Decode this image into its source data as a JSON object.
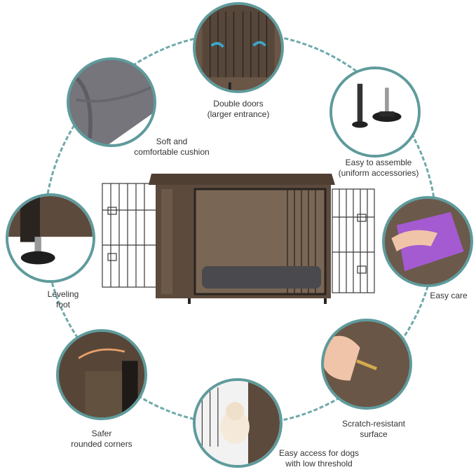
{
  "features": {
    "double_doors": {
      "line1": "Double doors",
      "line2": "(larger entrance)"
    },
    "cushion": {
      "line1": "Soft and",
      "line2": "comfortable cushion"
    },
    "assemble": {
      "line1": "Easy to assemble",
      "line2": "(uniform accessories)"
    },
    "leveling": {
      "line1": "Leveling",
      "line2": "foot"
    },
    "easy_care": {
      "line1": "Easy care"
    },
    "corners": {
      "line1": "Safer",
      "line2": "rounded corners"
    },
    "scratch": {
      "line1": "Scratch-resistant",
      "line2": "surface"
    },
    "access": {
      "line1": "Easy access for dogs",
      "line2": "with low threshold"
    }
  },
  "colors": {
    "ring": "#6fa9aa",
    "bubble_border": "#5f9b9c",
    "wood": "#5c4a3d",
    "text": "#333333"
  }
}
